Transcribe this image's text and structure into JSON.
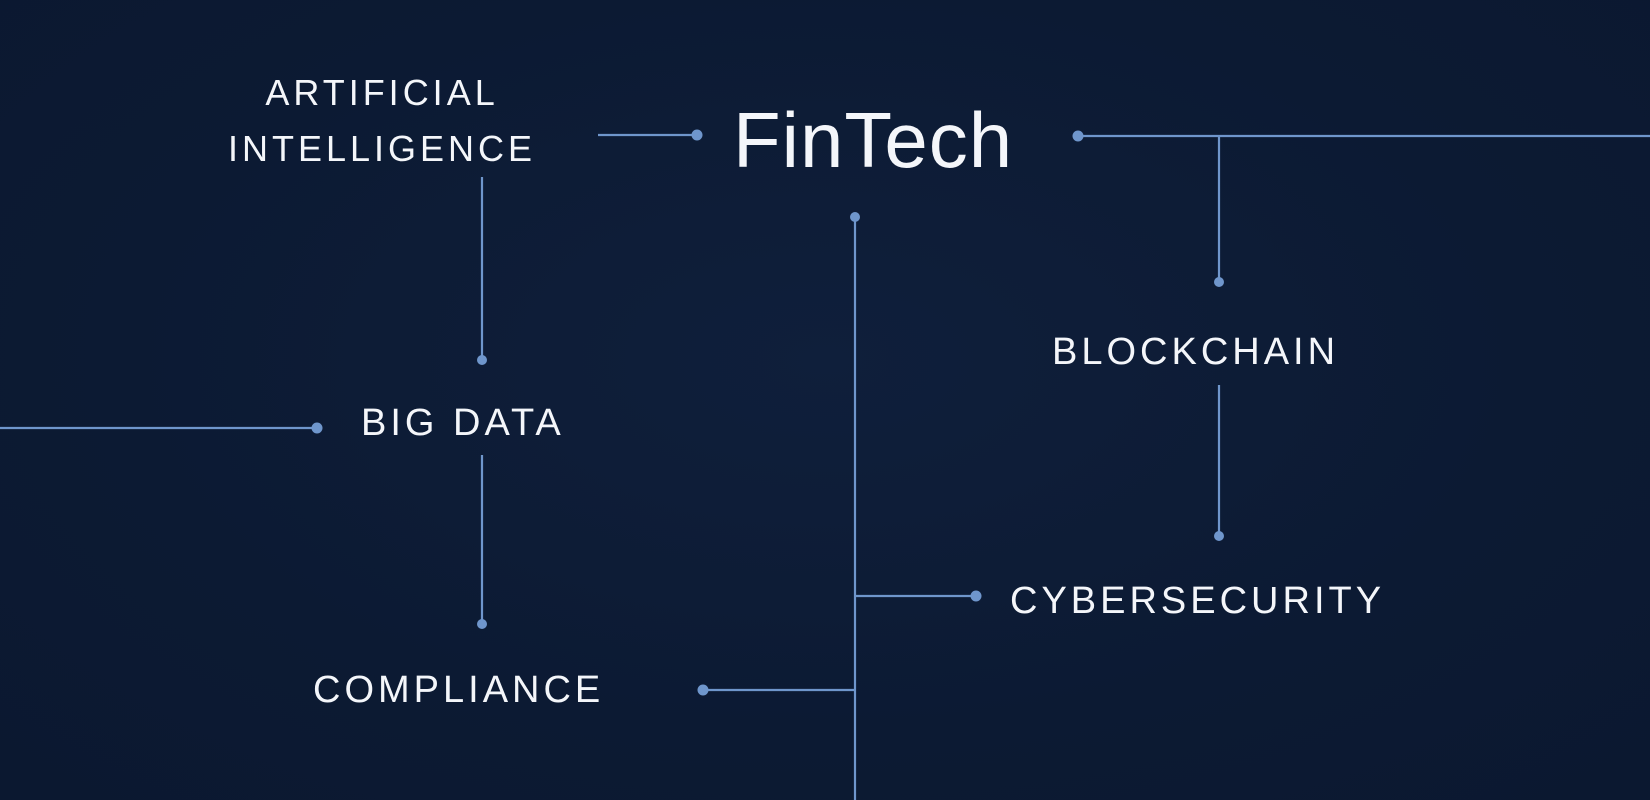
{
  "diagram": {
    "title": "FinTech",
    "nodes": [
      {
        "id": "ai",
        "label_line1": "ARTIFICIAL",
        "label_line2": "INTELLIGENCE"
      },
      {
        "id": "fintech",
        "label": "FinTech"
      },
      {
        "id": "blockchain",
        "label": "BLOCKCHAIN"
      },
      {
        "id": "bigdata",
        "label": "BIG DATA"
      },
      {
        "id": "cybersecurity",
        "label": "CYBERSECURITY"
      },
      {
        "id": "compliance",
        "label": "COMPLIANCE"
      }
    ],
    "edges": [
      {
        "from": "ai",
        "to": "fintech"
      },
      {
        "from": "ai",
        "to": "bigdata"
      },
      {
        "from": "fintech",
        "to": "blockchain"
      },
      {
        "from": "blockchain",
        "to": "cybersecurity"
      },
      {
        "from": "bigdata",
        "to": "compliance"
      },
      {
        "from": "fintech",
        "to": "cybersecurity"
      },
      {
        "from": "fintech",
        "to": "compliance"
      }
    ],
    "colors": {
      "background": "#0c1a33",
      "line": "#6f96cc",
      "node_dot": "#6f96cc",
      "text": "#f4f6fa"
    }
  }
}
